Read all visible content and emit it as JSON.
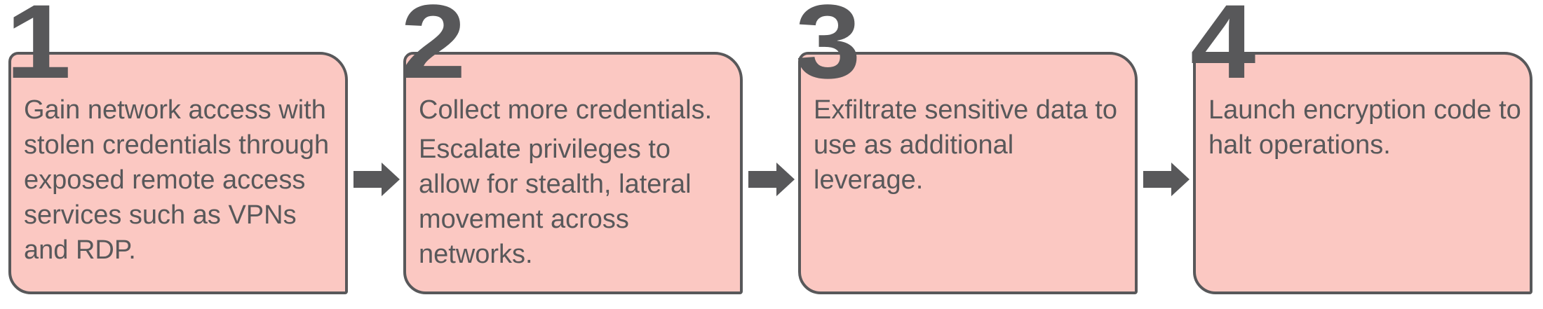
{
  "steps": [
    {
      "number": "1",
      "paragraphs": [
        "Gain network access with stolen credentials through exposed remote access services such as VPNs and RDP."
      ]
    },
    {
      "number": "2",
      "paragraphs": [
        "Collect more credentials.",
        "Escalate privileges to allow for stealth, lateral movement across networks."
      ]
    },
    {
      "number": "3",
      "paragraphs": [
        "Exfiltrate sensitive data to use as additional leverage."
      ]
    },
    {
      "number": "4",
      "paragraphs": [
        "Launch encryption code to halt operations."
      ]
    }
  ],
  "colors": {
    "box_fill": "#fbc8c2",
    "outline": "#58585a",
    "text": "#58585a"
  },
  "icons": {
    "connector": "arrow-right-icon"
  }
}
